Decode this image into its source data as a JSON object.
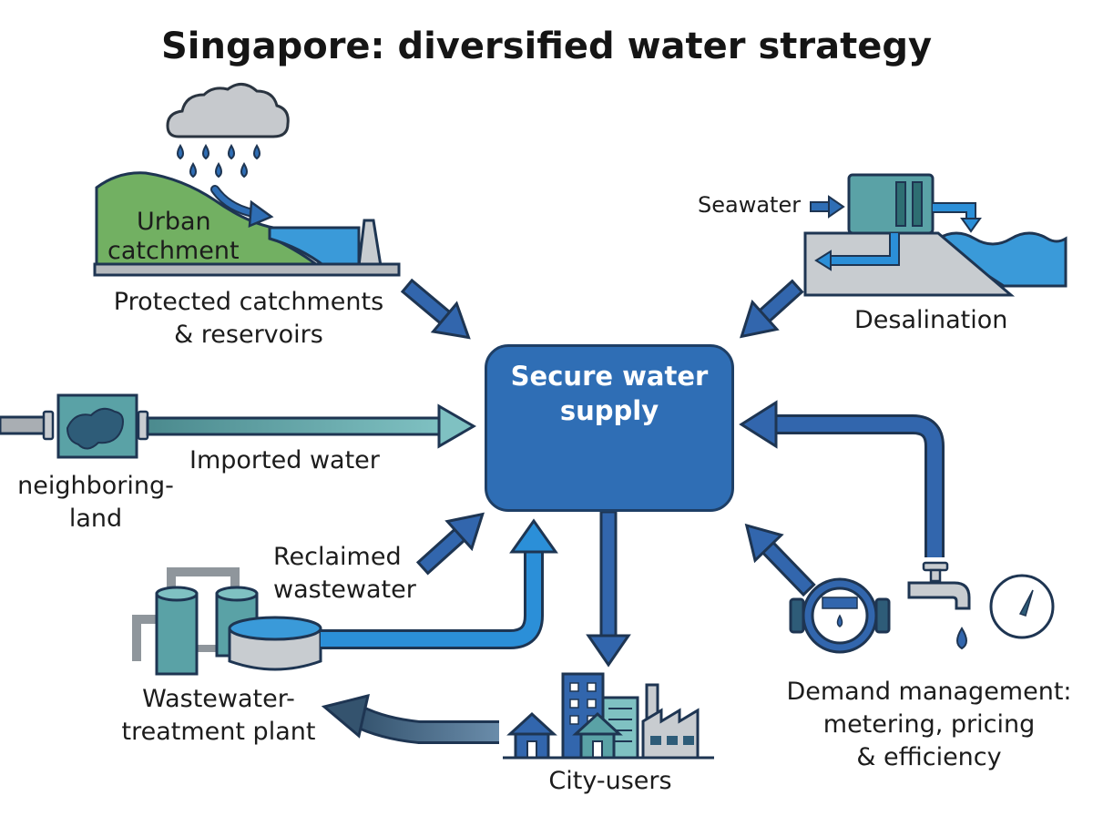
{
  "title": "Singapore: diversified water strategy",
  "hub": {
    "line1": "Secure water",
    "line2": "supply"
  },
  "nodes": {
    "catchment": {
      "inset_line1": "Urban",
      "inset_line2": "catchment",
      "caption_line1": "Protected catchments",
      "caption_line2": "& reservoirs"
    },
    "desalination": {
      "input_label": "Seawater",
      "caption": "Desalination"
    },
    "imported": {
      "caption": "Imported water",
      "source_line1": "neighboring-",
      "source_line2": "land"
    },
    "reclaimed": {
      "caption_line1": "Reclaimed",
      "caption_line2": "wastewater"
    },
    "treatment_plant": {
      "caption_line1": "Wastewater-",
      "caption_line2": "treatment plant"
    },
    "city_users": {
      "caption": "City-users"
    },
    "demand": {
      "caption_line1": "Demand management:",
      "caption_line2": "metering, pricing",
      "caption_line3": "& efficiency"
    }
  },
  "icons": [
    "rain-cloud-icon",
    "hill-reservoir-icon",
    "dam-icon",
    "desalination-plant-icon",
    "pipeline-icon",
    "map-icon",
    "treatment-tanks-icon",
    "city-skyline-icon",
    "factory-icon",
    "water-meter-icon",
    "faucet-icon",
    "gauge-icon",
    "water-drop-icon"
  ],
  "colors": {
    "hub_fill": "#2f6eb5",
    "arrow_dark": "#3266ad",
    "arrow_light": "#2b8fd8",
    "return_arrow": "#4a6a8a",
    "catchment_green": "#72b062",
    "water_blue": "#3a9ad9",
    "desal_teal": "#5aa2a6",
    "outline": "#1e3552"
  }
}
